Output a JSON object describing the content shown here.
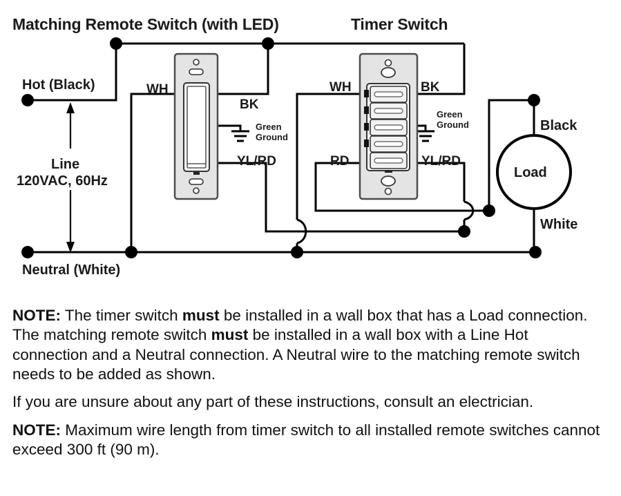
{
  "diagram": {
    "titles": {
      "remote": "Matching Remote Switch (with LED)",
      "timer": "Timer Switch"
    },
    "labels": {
      "hot": "Hot (Black)",
      "line1": "Line",
      "line2": "120VAC, 60Hz",
      "neutral": "Neutral (White)",
      "remote_wh": "WH",
      "remote_bk": "BK",
      "remote_ylrd": "YL/RD",
      "remote_ground1": "Green",
      "remote_ground2": "Ground",
      "timer_wh": "WH",
      "timer_bk": "BK",
      "timer_rd": "RD",
      "timer_ylrd": "YL/RD",
      "timer_ground1": "Green",
      "timer_ground2": "Ground",
      "load": "Load",
      "load_black": "Black",
      "load_white": "White"
    },
    "colors": {
      "wire": "#000000",
      "plate": "#e4e4e4",
      "plate_edge": "#4d4d4d",
      "paddle": "#ffffff",
      "text": "#1a1a1a"
    }
  },
  "notes": [
    {
      "prefix": "NOTE:",
      "text": " The timer switch must be installed in a wall box that has a Load connection. The matching remote switch must be installed in a wall box with a Line Hot connection and a Neutral connection. A Neutral wire to the matching remote switch needs to be added as shown."
    },
    {
      "prefix": "",
      "text": "If you are unsure about any part of these instructions, consult an electrician."
    },
    {
      "prefix": "NOTE:",
      "text": " Maximum wire length from timer switch to all installed remote switches cannot exceed 300 ft (90 m)."
    }
  ]
}
